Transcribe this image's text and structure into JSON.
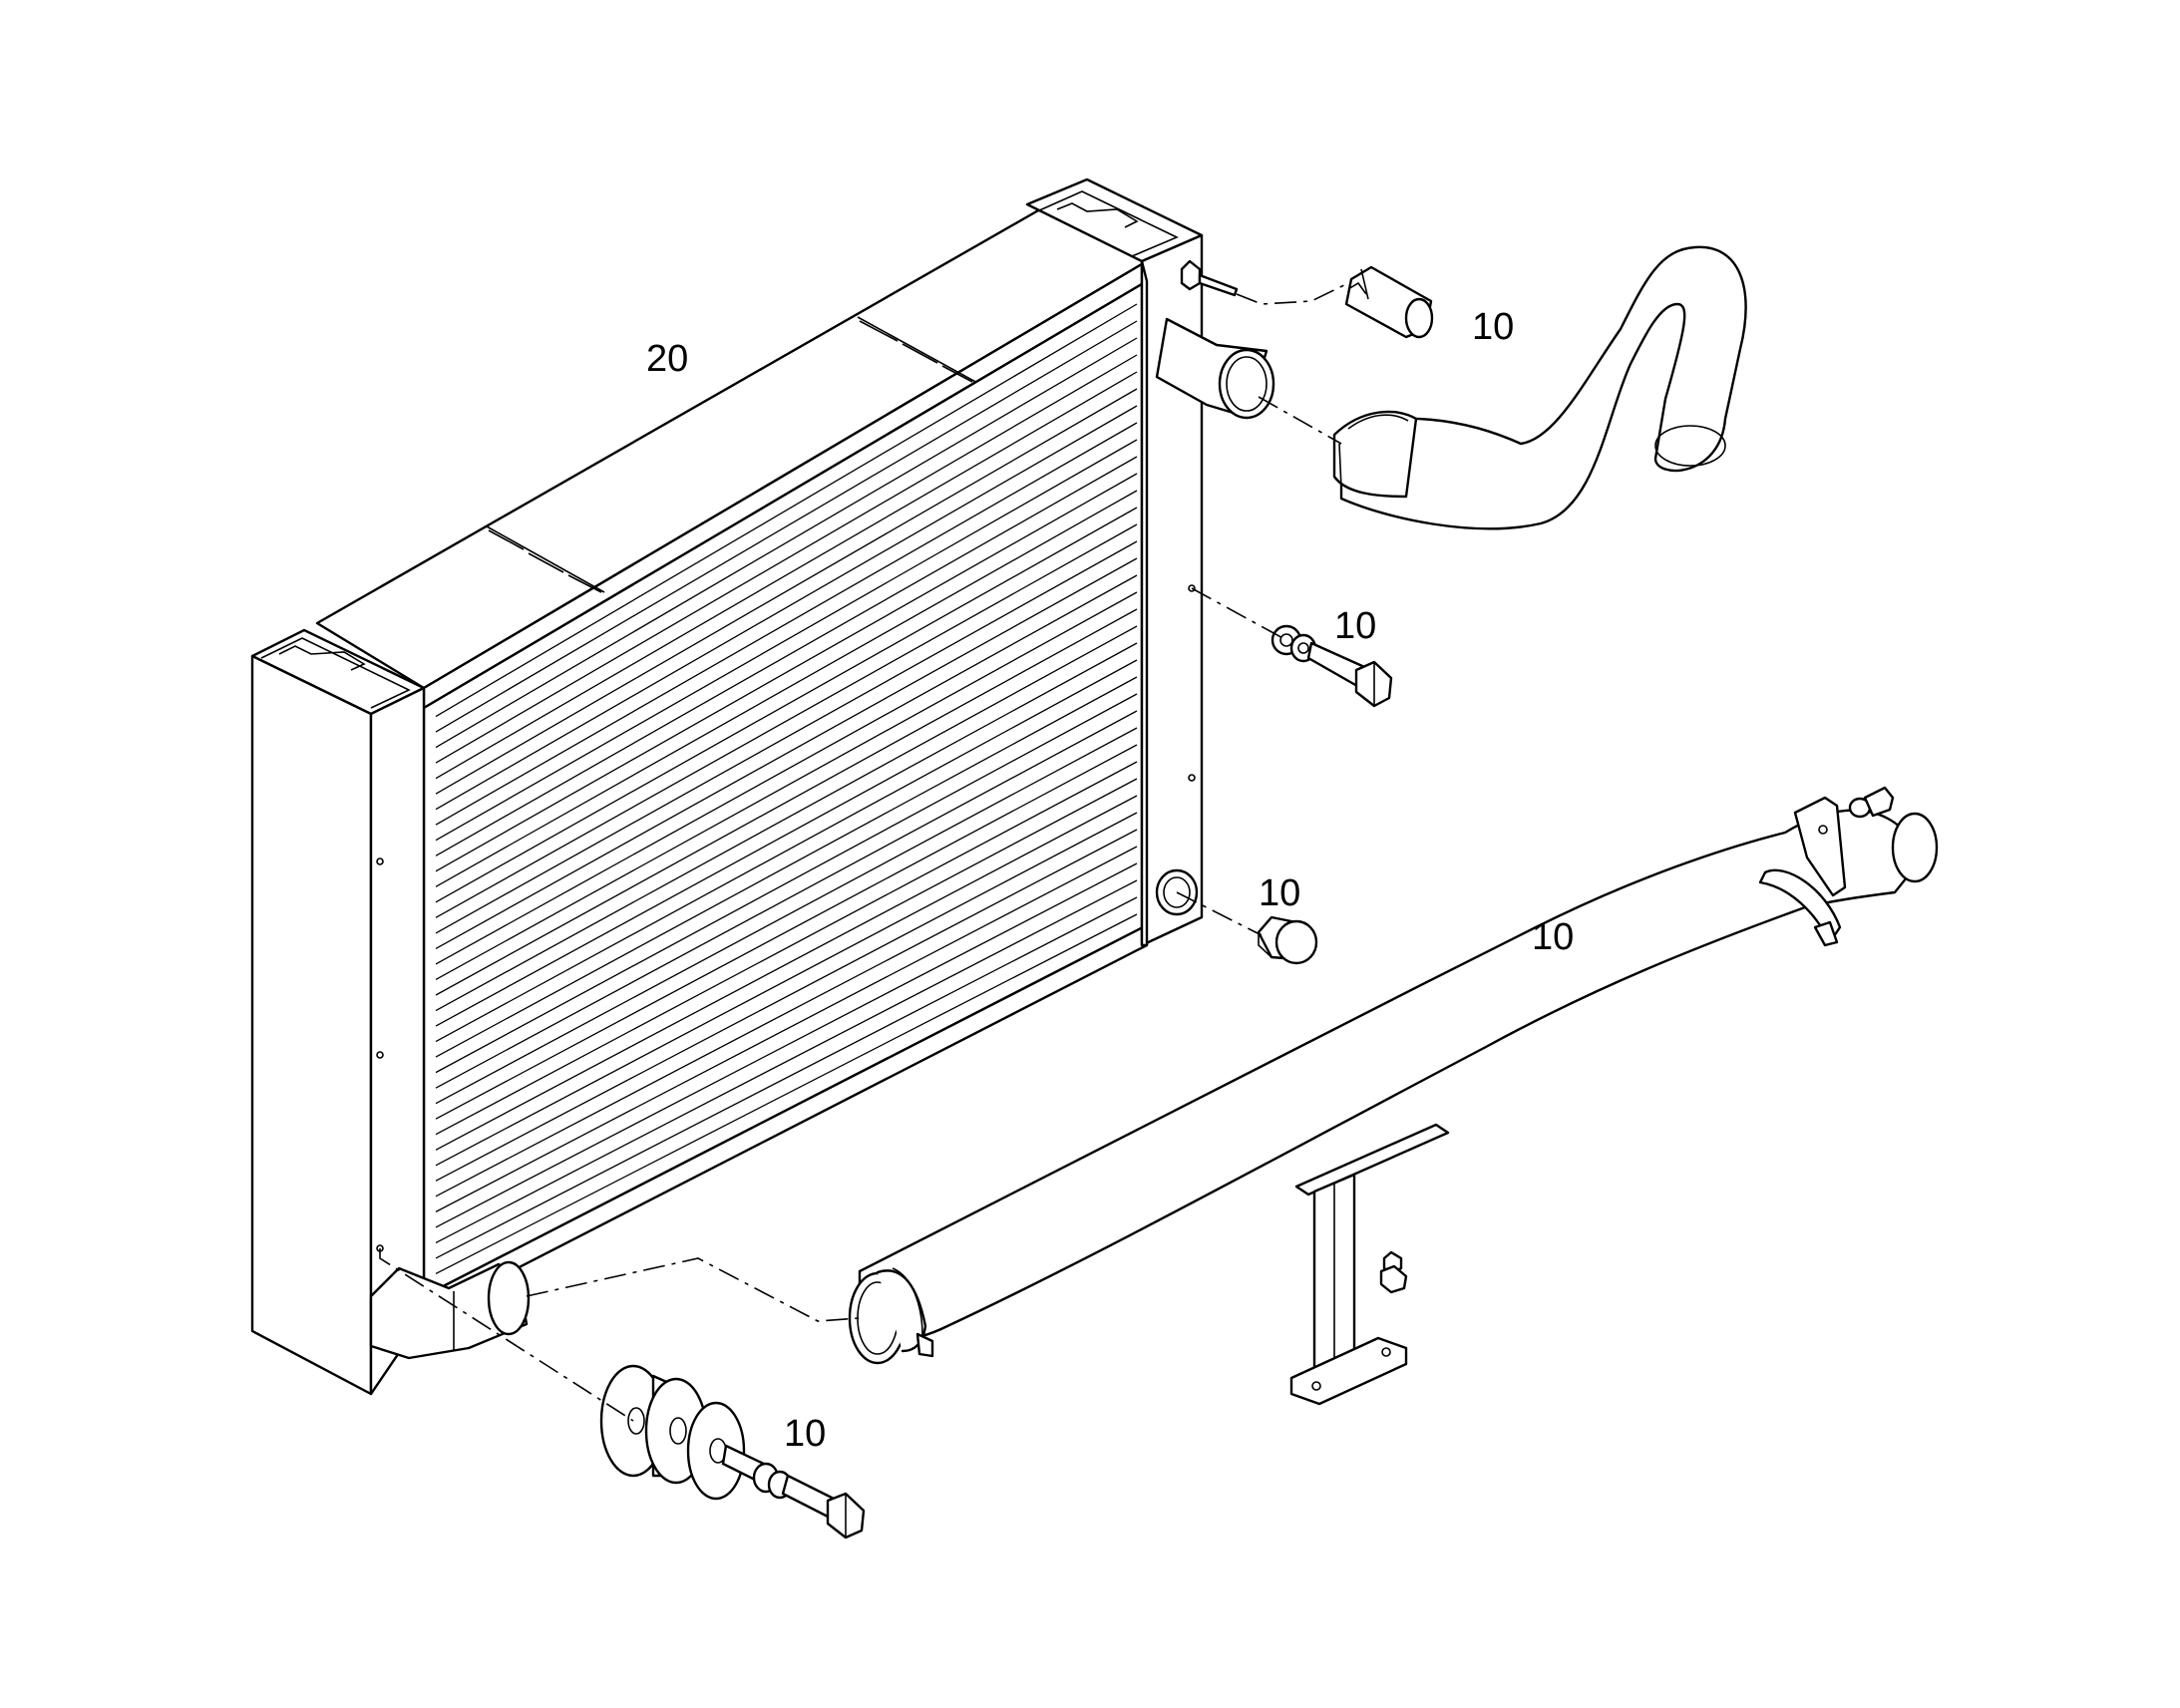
{
  "diagram": {
    "callouts": [
      {
        "id": "radiator",
        "text": "20"
      },
      {
        "id": "upper-hose",
        "text": "10"
      },
      {
        "id": "bolt-right",
        "text": "10"
      },
      {
        "id": "drain-plug",
        "text": "10"
      },
      {
        "id": "lower-pipe",
        "text": "10"
      },
      {
        "id": "mount-bolt",
        "text": "10"
      }
    ]
  },
  "colors": {
    "line": "#000000",
    "background": "#ffffff"
  }
}
